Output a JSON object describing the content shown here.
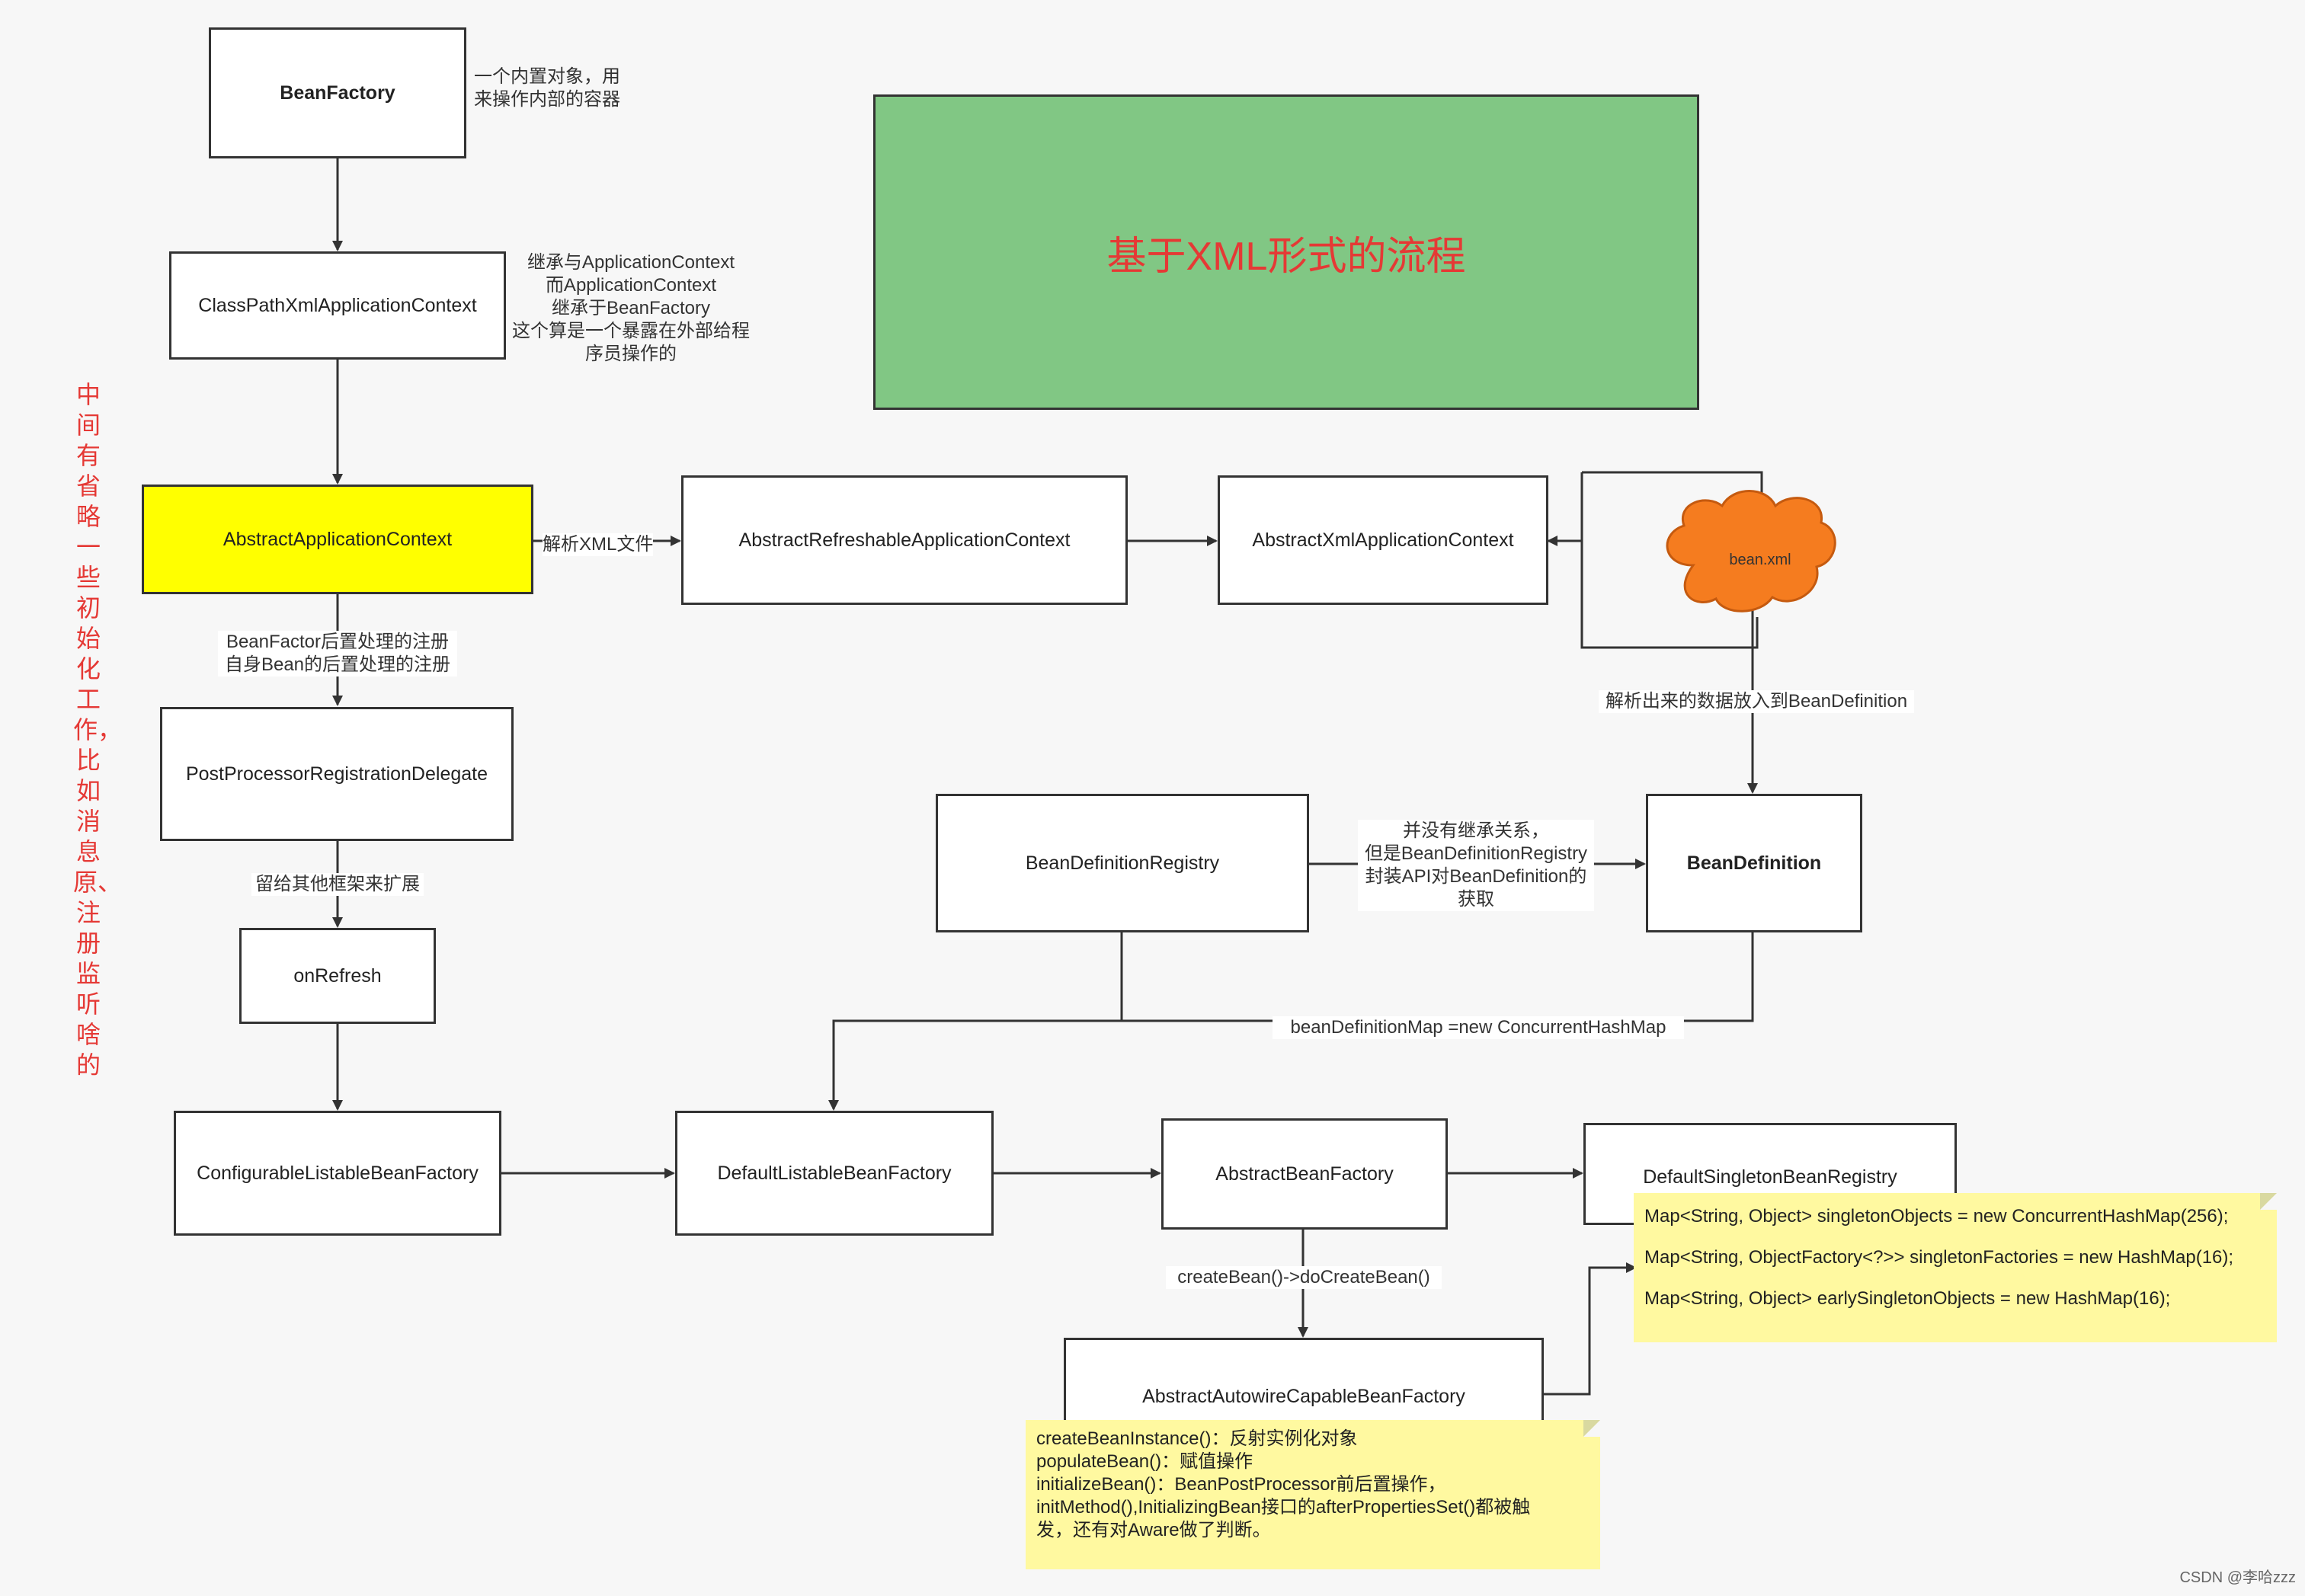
{
  "title": "基于XML形式的流程",
  "side_note": "中间有省略一些初始化工作，比如消息原、注册监听啥的",
  "nodes": {
    "bean_factory": "BeanFactory",
    "classpath_xml": "ClassPathXmlApplicationContext",
    "abstract_app": "AbstractApplicationContext",
    "abstract_refreshable": "AbstractRefreshableApplicationContext",
    "abstract_xml": "AbstractXmlApplicationContext",
    "bean_xml": "bean.xml",
    "post_processor": "PostProcessorRegistrationDelegate",
    "on_refresh": "onRefresh",
    "bd_registry": "BeanDefinitionRegistry",
    "bean_definition": "BeanDefinition",
    "configurable": "ConfigurableListableBeanFactory",
    "default_listable": "DefaultListableBeanFactory",
    "abstract_bean_factory": "AbstractBeanFactory",
    "default_singleton": "DefaultSingletonBeanRegistry",
    "autowire": "AbstractAutowireCapableBeanFactory"
  },
  "labels": {
    "bean_factory_desc": [
      "一个内置对象，用",
      "来操作内部的容器"
    ],
    "classpath_desc": [
      "继承与ApplicationContext",
      "而ApplicationContext",
      "继承于BeanFactory",
      "这个算是一个暴露在外部给程",
      "序员操作的"
    ],
    "parse_xml": "解析XML文件",
    "post_reg": [
      "BeanFactor后置处理的注册",
      "自身Bean的后置处理的注册"
    ],
    "reserve": "留给其他框架来扩展",
    "parse_to_bd": "解析出来的数据放入到BeanDefinition",
    "no_inherit": [
      "并没有继承关系，",
      "但是BeanDefinitionRegistry",
      "封装API对BeanDefinition的",
      "获取"
    ],
    "bd_map": "beanDefinitionMap =new ConcurrentHashMap",
    "create_bean": "createBean()->doCreateBean()"
  },
  "notes": {
    "singleton": [
      "Map<String, Object> singletonObjects = new ConcurrentHashMap(256);",
      "Map<String, ObjectFactory<?>> singletonFactories = new HashMap(16);",
      "Map<String, Object> earlySingletonObjects = new HashMap(16);"
    ],
    "autowire": [
      "createBeanInstance()：反射实例化对象",
      "populateBean()：赋值操作",
      "initializeBean()：BeanPostProcessor前后置操作，",
      "initMethod(),InitializingBean接口的afterPropertiesSet()都被触",
      "发，还有对Aware做了判断。"
    ]
  },
  "watermark": "CSDN @李哈zzz",
  "colors": {
    "title_box": "#81c784",
    "title_text": "#e53935",
    "highlight": "#ffff00",
    "cloud": "#f57c1f",
    "note": "#fff9a0",
    "side_text": "#e53935"
  }
}
